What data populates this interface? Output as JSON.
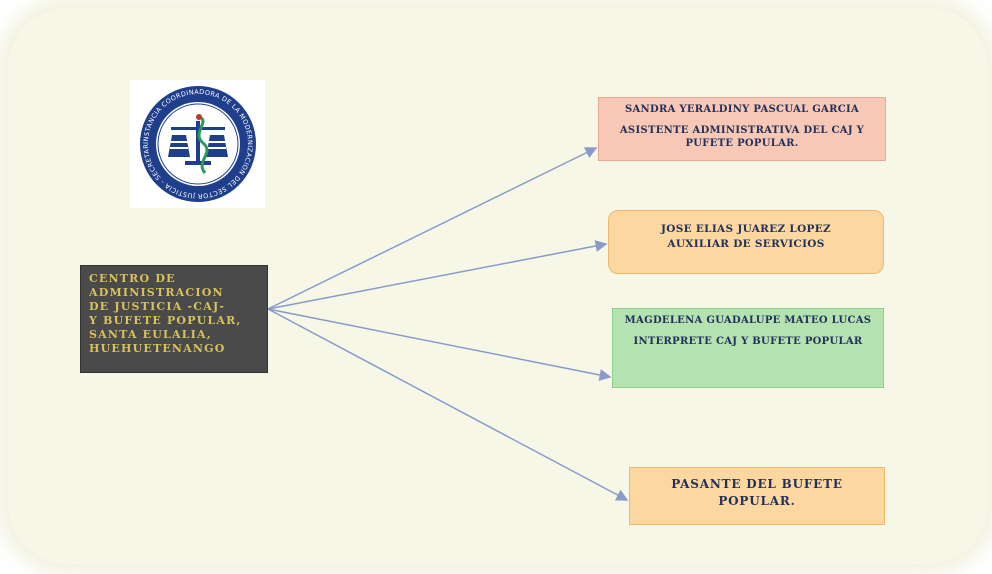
{
  "source_node": {
    "label": "CENTRO DE\nADMINISTRACION\nDE JUSTICIA -CAJ-\nY BUFETE POPULAR,\nSANTA EULALIA,\nHUEHUETENANGO"
  },
  "logo": {
    "icon": "scales-of-justice-seal-icon",
    "ring_text": "INSTANCIA COORDINADORA DE LA MODERNIZACION DEL SECTOR JUSTICIA - SECRETARIA EJECUTIVA"
  },
  "nodes": [
    {
      "name": "SANDRA YERALDINY PASCUAL GARCIA",
      "role": "ASISTENTE ADMINISTRATIVA DEL CAJ Y PUFETE POPULAR.",
      "color": "#f7c8b6"
    },
    {
      "name": "JOSE ELIAS JUAREZ LOPEZ",
      "role": "AUXILIAR DE SERVICIOS",
      "color": "#fcd8a0"
    },
    {
      "name": "MAGDELENA GUADALUPE MATEO LUCAS",
      "role": "INTERPRETE CAJ Y BUFETE POPULAR",
      "color": "#b4e3b1"
    },
    {
      "name": "PASANTE DEL BUFETE POPULAR.",
      "color": "#fcd8a0"
    }
  ],
  "colors": {
    "background": "#f7f7e8",
    "source_box": "#4a4a4a",
    "source_text": "#d8c25a",
    "node_text": "#23315a",
    "arrow": "#8a9ac8",
    "seal_blue": "#1f3f8c"
  }
}
